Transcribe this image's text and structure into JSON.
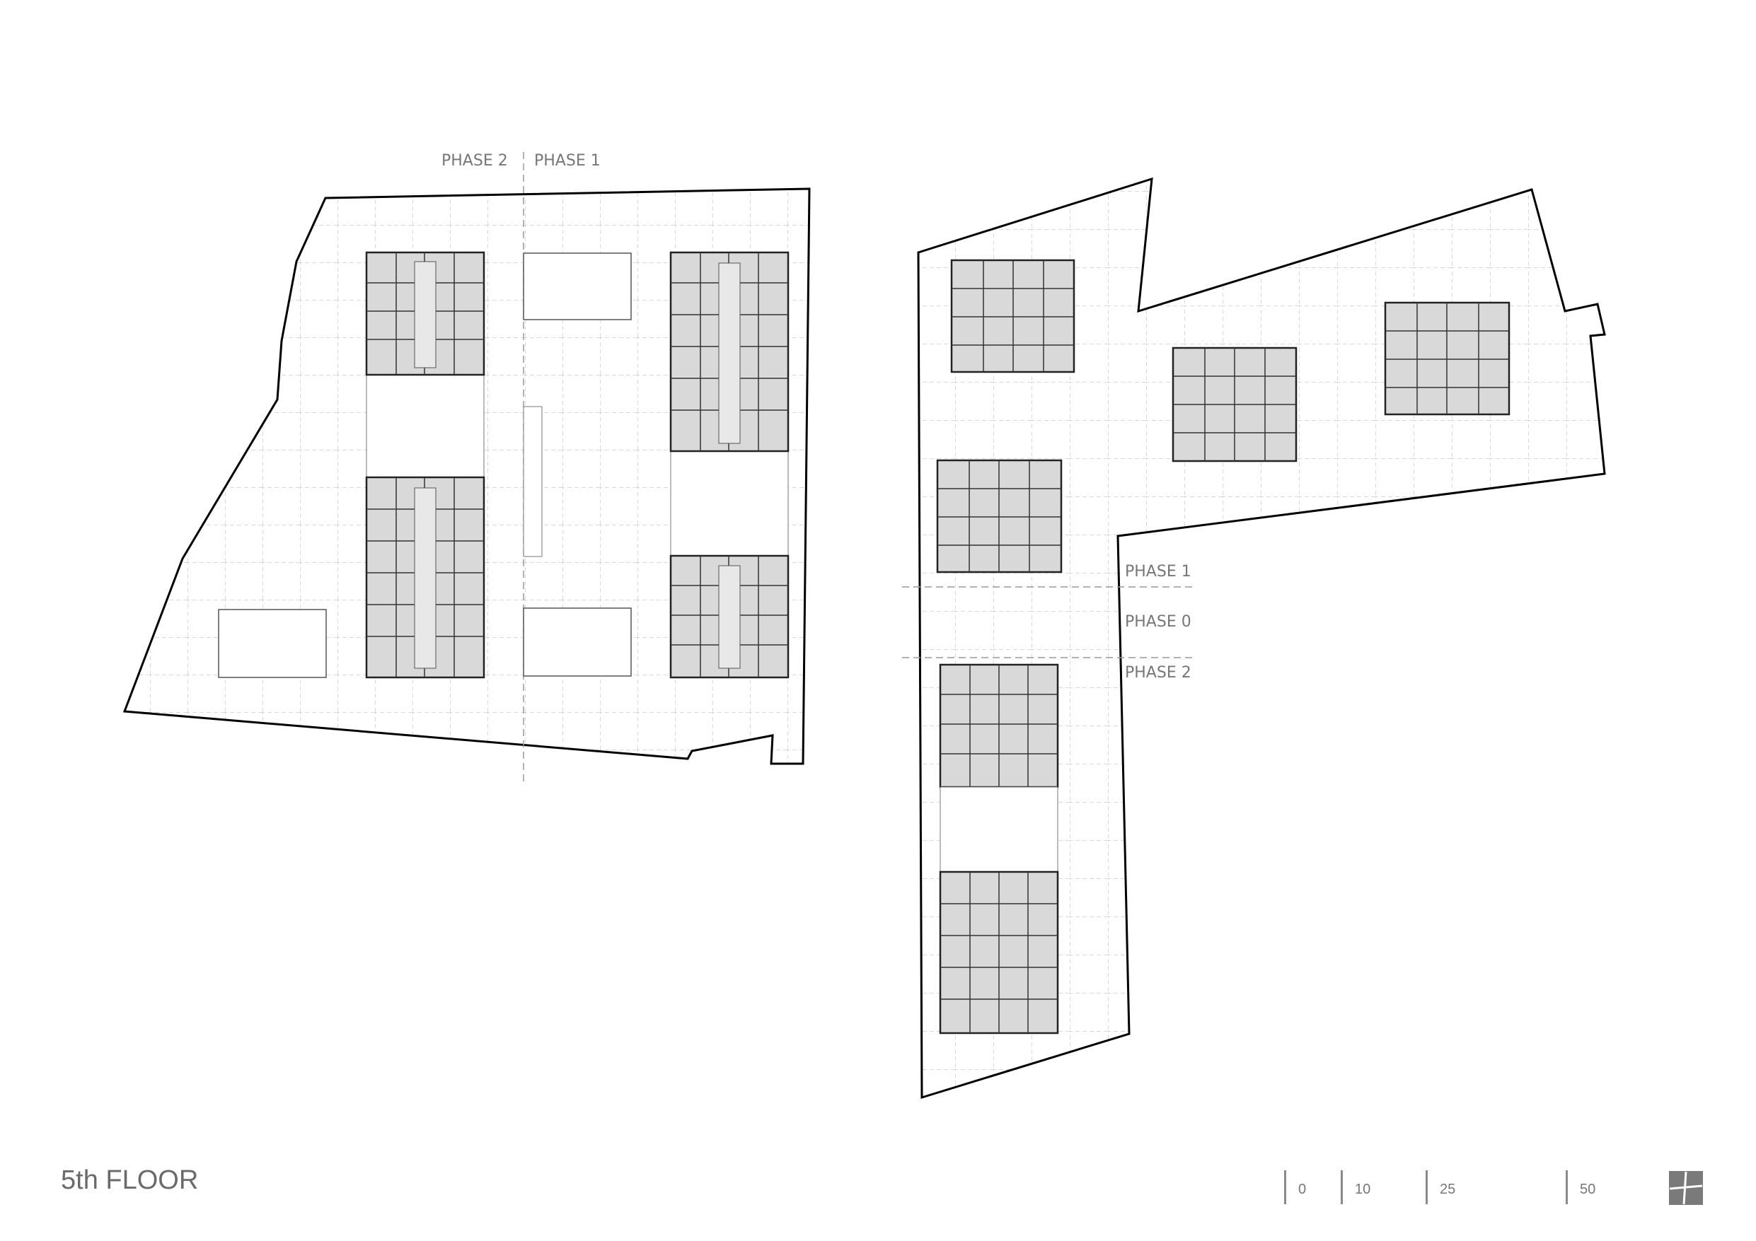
{
  "title": "5th FLOOR",
  "phase_labels": {
    "left_phase2": "PHASE 2",
    "left_phase1": "PHASE 1",
    "right_phase1": "PHASE 1",
    "right_phase0": "PHASE 0",
    "right_phase2": "PHASE 2"
  },
  "scale_bar": [
    "0",
    "10",
    "25",
    "50"
  ],
  "colors": {
    "outline": "#000000",
    "grid": "#b9b9b9",
    "building_fill": "#d9d9d9",
    "text": "#777777"
  }
}
